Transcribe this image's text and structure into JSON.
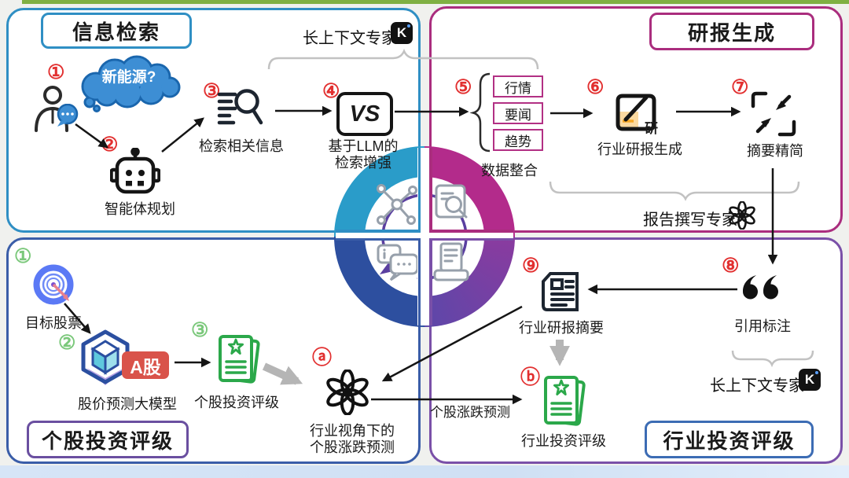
{
  "q1": {
    "title": "信息检索",
    "expert": "长上下文专家",
    "kimi_letter": "K",
    "n1": "①",
    "cloud": "新能源?",
    "n2": "②",
    "l2": "智能体规划",
    "n3": "③",
    "l3": "检索相关信息",
    "n4": "④",
    "vs": "VS",
    "l4a": "基于LLM的",
    "l4b": "检索增强"
  },
  "q2": {
    "title": "研报生成",
    "n5": "⑤",
    "items": [
      "行情",
      "要闻",
      "趋势"
    ],
    "l5": "数据整合",
    "n6": "⑥",
    "yan": "研",
    "l6": "行业研报生成",
    "n7": "⑦",
    "l7": "摘要精简",
    "expert": "报告撰写专家"
  },
  "q3": {
    "title": "个股投资评级",
    "n1": "①",
    "l1": "目标股票",
    "n2": "②",
    "badge": "A股",
    "l2": "股价预测大模型",
    "n3": "③",
    "l3": "个股投资评级",
    "na": "ⓐ",
    "la1": "行业视角下的",
    "la2": "个股涨跌预测"
  },
  "q4": {
    "title": "行业投资评级",
    "n8": "⑧",
    "l8": "引用标注",
    "n9": "⑨",
    "l9": "行业研报摘要",
    "nb": "ⓑ",
    "lb": "行业投资评级",
    "arrow_label": "个股涨跌预测",
    "expert": "长上下文专家",
    "kimi_letter": "K"
  },
  "icons": {
    "kimi_logo": "black rounded square with white K",
    "openai_logo": "black knot flower",
    "robot": "robot head outline",
    "search": "list lines + magnifier",
    "vs": "VS in rounded box",
    "compress": "corner brackets with inward arrows",
    "quote": "double quotation marks",
    "newspaper": "news page outline",
    "target": "blue bullseye with dart",
    "cube_model": "hexagon cube model",
    "star_doc": "green document with star"
  },
  "colors": {
    "q1_border": "#2f8fc4",
    "q2_border": "#aa2d7e",
    "q3_border": "#3a5da8",
    "q4_border": "#7a50a8",
    "ring_cyan": "#2a9cc9",
    "ring_magenta": "#b32b8b",
    "ring_purple": "#5d47a9",
    "ring_blue": "#2d4f9f",
    "num_red": "#e23030",
    "num_green": "#7bc87b",
    "badge_red": "#d9534a",
    "doc_green": "#2ba84a",
    "top_strip": "#7fb043"
  }
}
